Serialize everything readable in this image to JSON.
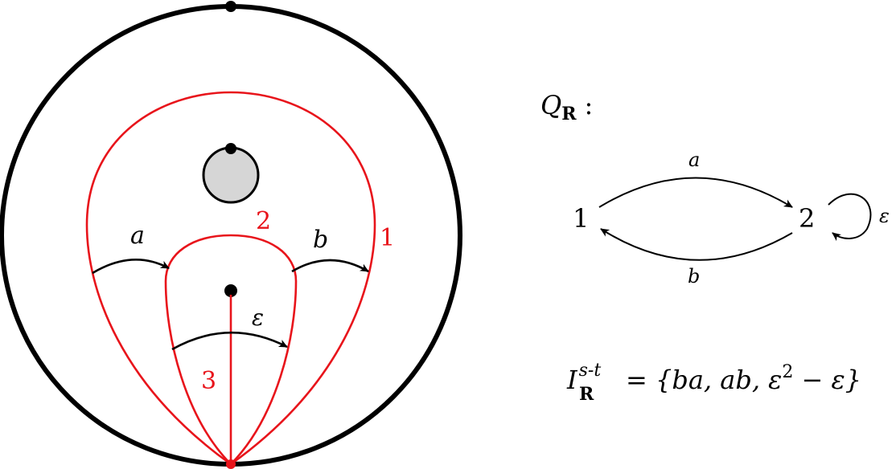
{
  "colors": {
    "arc": "#e8141b",
    "ink": "#000000",
    "puncture_fill": "#d6d6d6"
  },
  "surface": {
    "arc_labels": [
      "2",
      "1",
      "3"
    ],
    "angle_labels": [
      "a",
      "b",
      "ε"
    ]
  },
  "quiver": {
    "title": "Q",
    "title_sub": "R",
    "title_colon": ":",
    "vertices": [
      "1",
      "2"
    ],
    "arrows": [
      "a",
      "b",
      "ε"
    ]
  },
  "ideal": {
    "symbol": "I",
    "sup": "s-t",
    "sub": "R",
    "relation": "= {ba, ab, ε",
    "power": "2",
    "tail": " − ε}"
  }
}
